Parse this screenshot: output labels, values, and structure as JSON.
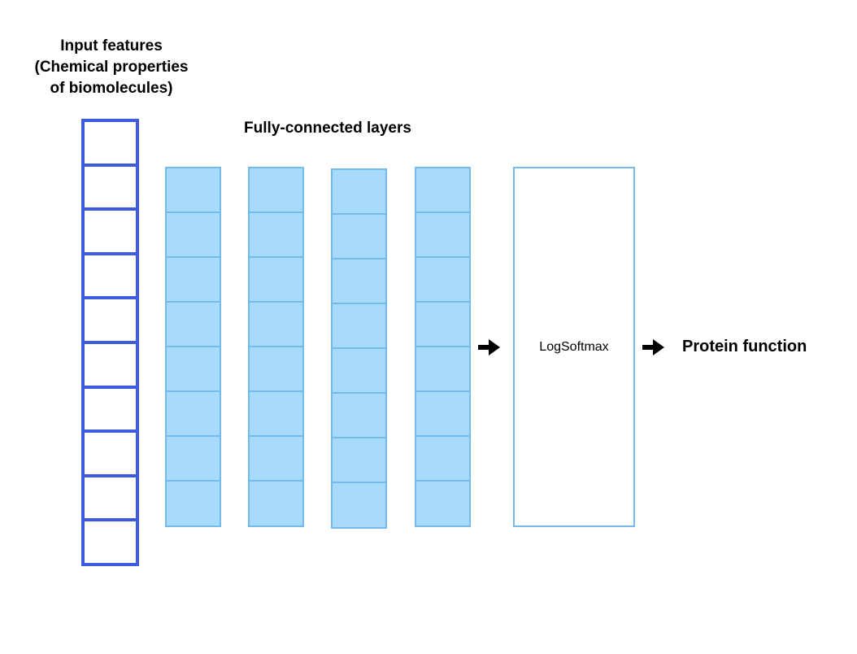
{
  "input_block": {
    "title_line1": "Input features",
    "title_line2": "(Chemical properties",
    "title_line3": "of biomolecules)",
    "cell_count": 10,
    "border_color": "#3d5bdc"
  },
  "fc_block": {
    "title": "Fully-connected layers",
    "layer_count": 4,
    "cells_per_layer": 8,
    "fill_color": "#a8dafc",
    "border_color": "#74bbec"
  },
  "softmax": {
    "label": "LogSoftmax"
  },
  "output": {
    "label": "Protein function"
  },
  "icons": {
    "arrow_1": "arrow-right-icon",
    "arrow_2": "arrow-right-icon"
  }
}
